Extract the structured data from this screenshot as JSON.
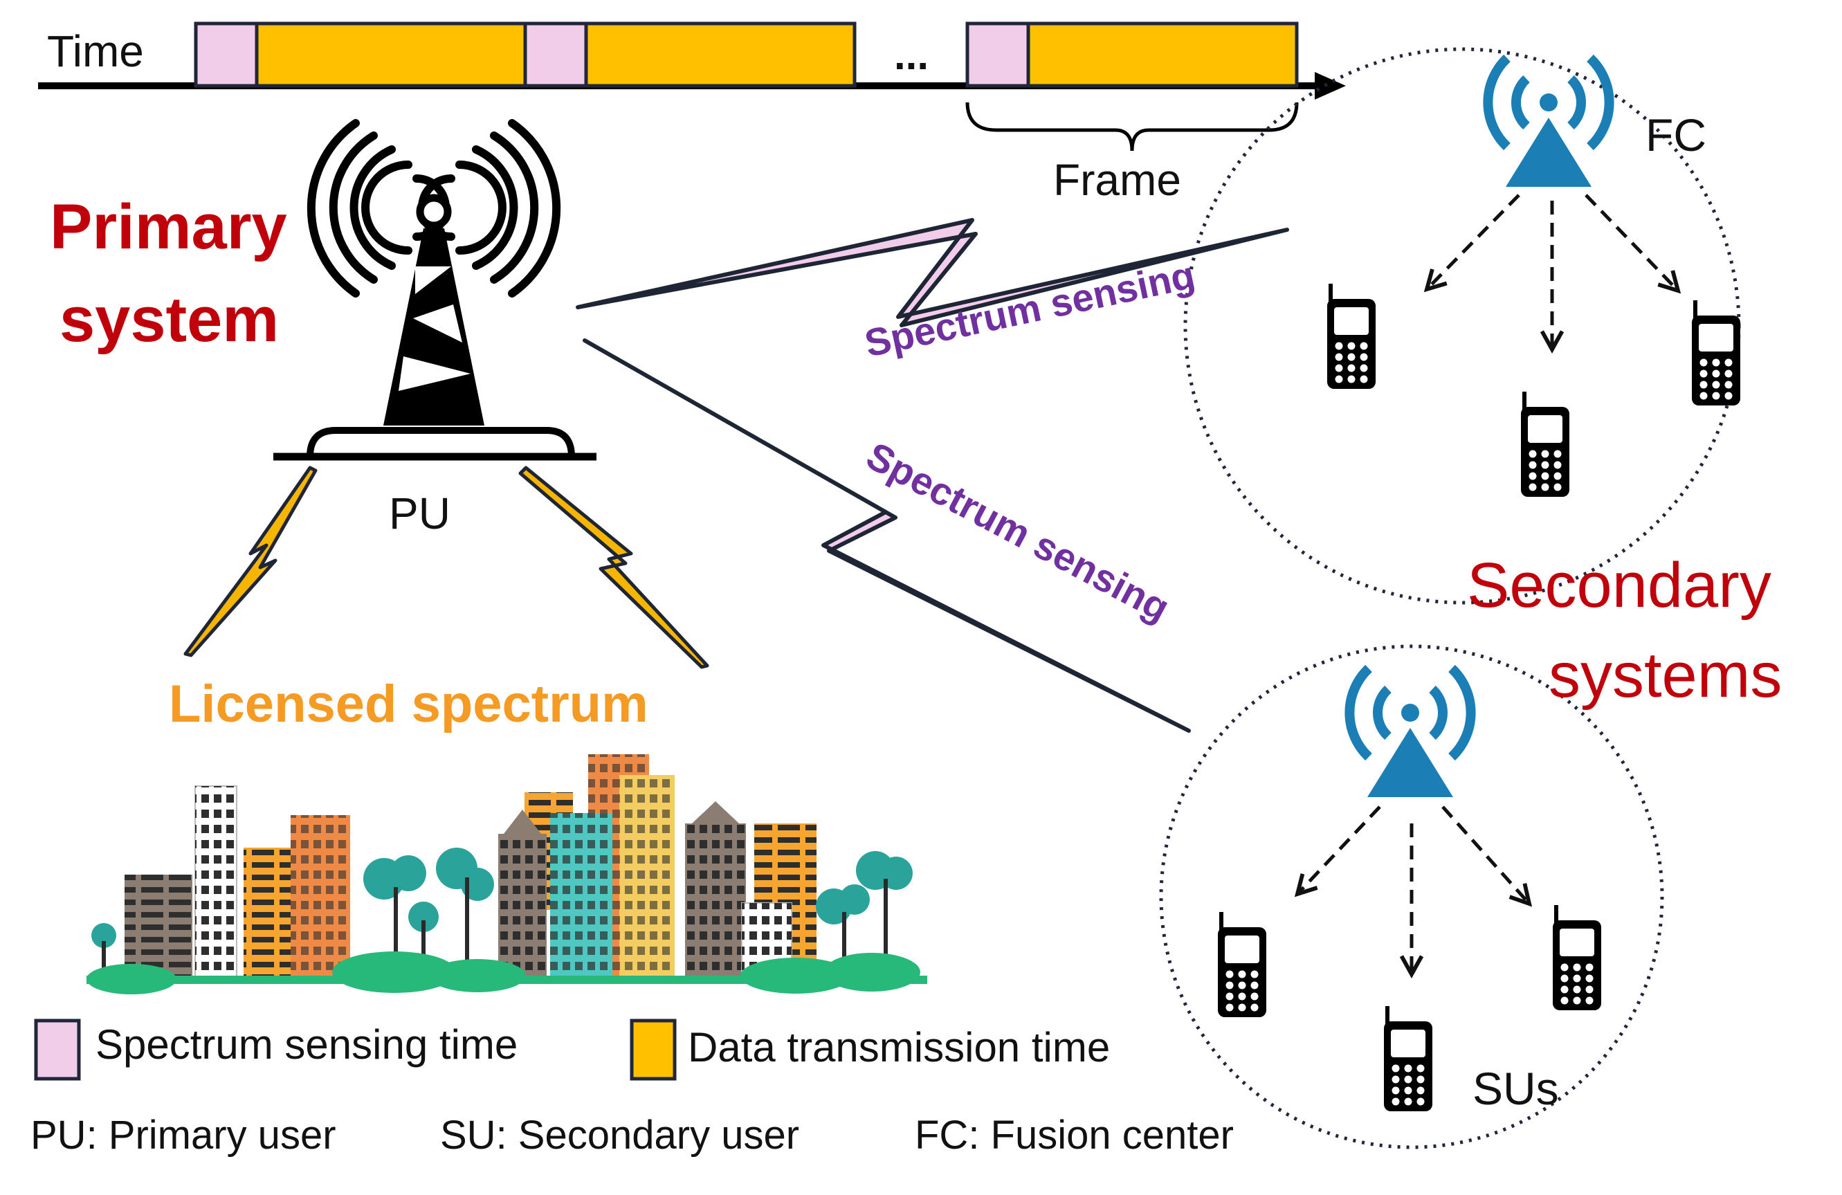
{
  "timeline": {
    "label": "Time",
    "ellipsis": "...",
    "frame_label": "Frame"
  },
  "primary": {
    "title_line1": "Primary",
    "title_line2": "system",
    "pu_label": "PU",
    "spectrum_label": "Licensed spectrum"
  },
  "links": {
    "upper": "Spectrum sensing",
    "lower": "Spectrum sensing"
  },
  "secondary": {
    "title_line1": "Secondary",
    "title_line2": "systems",
    "fc_label": "FC",
    "sus_label": "SUs"
  },
  "legend": {
    "sensing": "Spectrum sensing time",
    "data": "Data transmission time"
  },
  "abbreviations": {
    "pu": "PU: Primary user",
    "su": "SU: Secondary user",
    "fc": "FC: Fusion center"
  },
  "colors": {
    "sensing_slot": "#f2cdea",
    "data_slot": "#ffc000",
    "antenna": "#1b7fb5",
    "red_title": "#c0000a",
    "purple_text": "#7030a0",
    "orange_text": "#f59a23"
  },
  "icons": [
    "tower-icon",
    "antenna-icon",
    "phone-icon",
    "lightning-icon",
    "city-icon",
    "arrow-icon"
  ]
}
